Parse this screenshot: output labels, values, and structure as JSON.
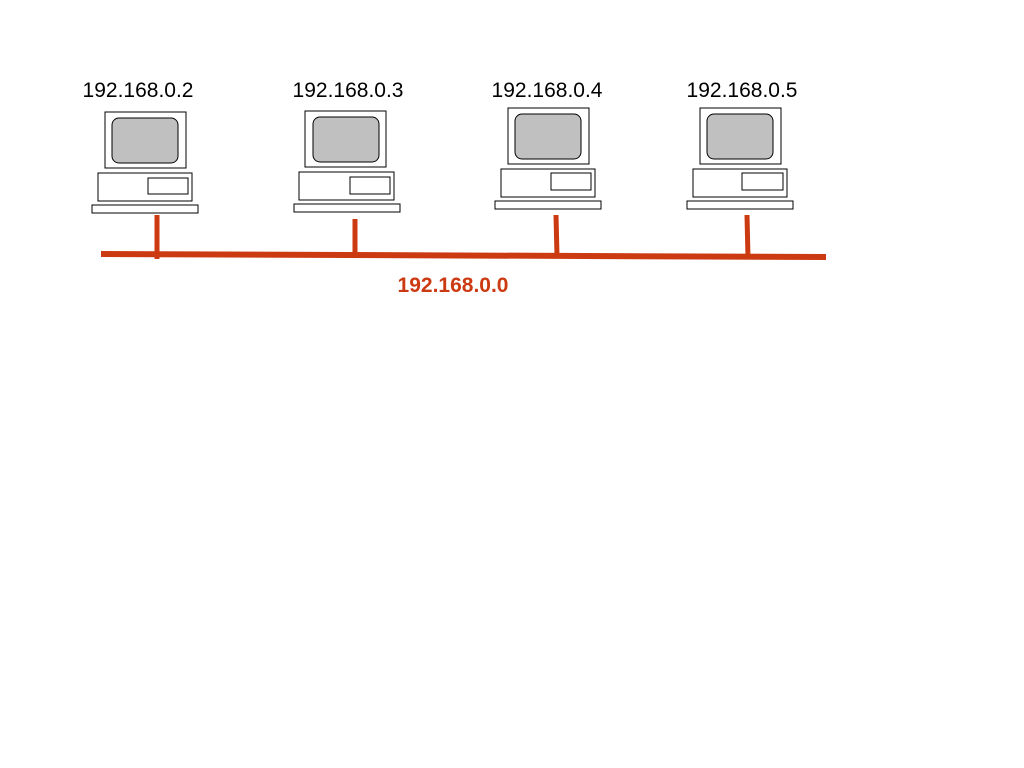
{
  "diagram": {
    "hosts": [
      {
        "ip": "192.168.0.2"
      },
      {
        "ip": "192.168.0.3"
      },
      {
        "ip": "192.168.0.4"
      },
      {
        "ip": "192.168.0.5"
      }
    ],
    "network": {
      "address": "192.168.0.0"
    },
    "colors": {
      "bus": "#cc3a12",
      "network_label": "#cc3a12",
      "screen": "#c0c0c0",
      "outline": "#000000"
    },
    "icons": {
      "host": "desktop-computer-icon"
    }
  }
}
